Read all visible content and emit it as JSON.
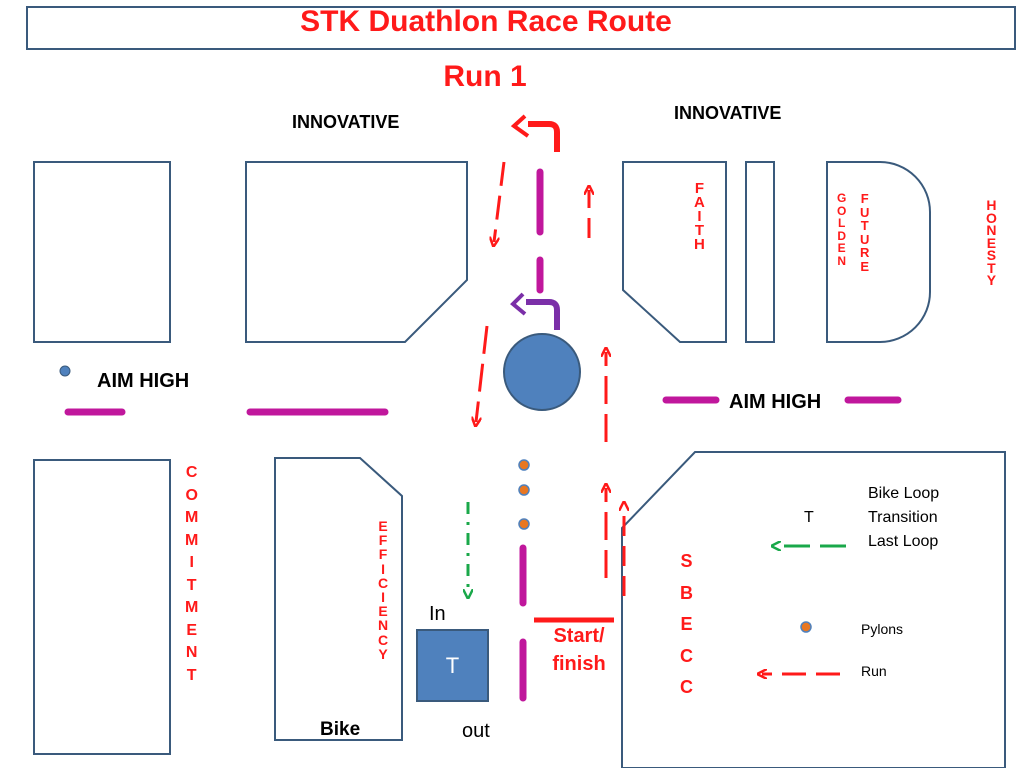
{
  "title": "STK Duathlon Race Route",
  "subtitle": "Run 1",
  "labels": {
    "innovative_left": "INNOVATIVE",
    "innovative_right": "INNOVATIVE",
    "aim_high_left": "AIM HIGH",
    "aim_high_right": "AIM HIGH",
    "bike": "Bike",
    "in": "In",
    "out": "out",
    "transition_box": "T",
    "start_finish": "Start/\nfinish"
  },
  "buildings": {
    "faith": "FAITH",
    "golden": "GOLDEN",
    "future": "FUTURE",
    "honesty": "HONESTY",
    "commitment": "COMMITMENT",
    "efficiency": "EFFICIENCY",
    "sbecc": "SBECC"
  },
  "legend": {
    "items": [
      {
        "key": "T",
        "label": "Bike Loop",
        "color": "#1aa84a"
      },
      {
        "key": "",
        "label": "Transition",
        "color": "#1aa84a"
      },
      {
        "key": "",
        "label": "Last Loop",
        "color": "#1aa84a"
      },
      {
        "key": "",
        "label": "Pylons",
        "color": "#e87722"
      },
      {
        "key": "",
        "label": "Run",
        "color": "#ff1a1a"
      }
    ]
  },
  "colors": {
    "title": "#ff1a1a",
    "building_stroke": "#3a5a7c",
    "magenta": "#c0179c",
    "run_arrow": "#ff1a1a",
    "bike_arrow": "#1aa84a",
    "purple_uturn": "#7b2fa8",
    "roundabout": "#4f81bd",
    "pylon": "#e87722"
  }
}
